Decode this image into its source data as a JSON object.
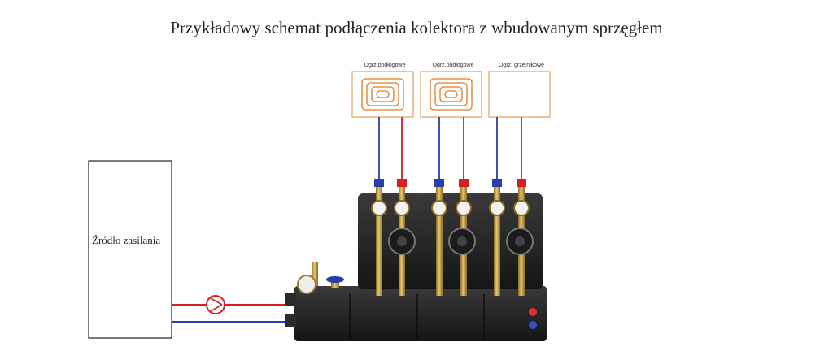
{
  "title": "Przykładowy schemat podłączenia kolektora z wbudowanym sprzęgłem",
  "source_label": "Źródło zasilania",
  "circuits": [
    {
      "label": "Ogrz.podłogowe",
      "type": "floor"
    },
    {
      "label": "Ogrz.podłogowe",
      "type": "floor"
    },
    {
      "label": "Ogrz. grzejnikowe",
      "type": "radiator"
    }
  ],
  "colors": {
    "supply": "#d42020",
    "return": "#2a3ea8",
    "panel_border": "#e0a060",
    "coil": "#e07b25",
    "insulation": "#222222",
    "brass": "#c9a24a"
  },
  "icons": {
    "pump": "pump-icon",
    "gauge": "pressure-gauge-icon",
    "valve": "valve-icon"
  }
}
